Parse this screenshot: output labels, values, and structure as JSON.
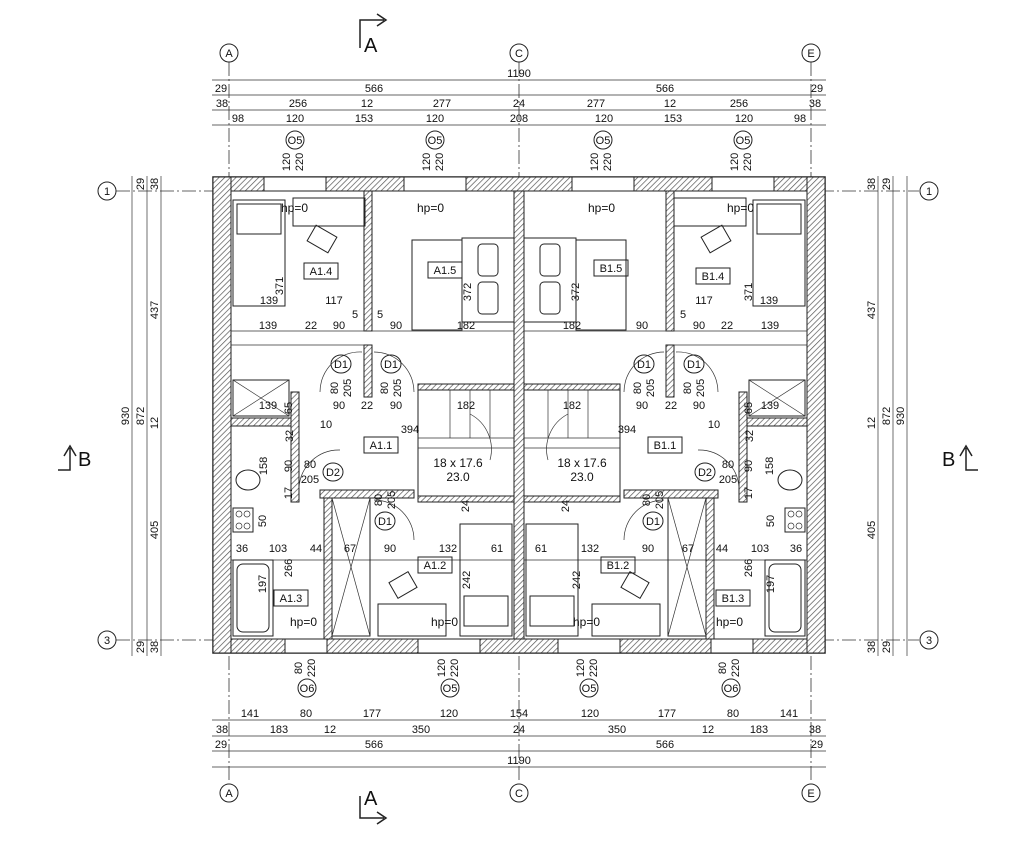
{
  "axes": {
    "columns": [
      "A",
      "C",
      "E"
    ],
    "rows": [
      "1",
      "3"
    ]
  },
  "sections": {
    "a": "A",
    "b": "B"
  },
  "top_dims": {
    "total": "1190",
    "halves": [
      "29",
      "566",
      "566",
      "29"
    ],
    "walls": [
      "38",
      "256",
      "12",
      "277",
      "24",
      "277",
      "12",
      "256",
      "38"
    ],
    "openings": [
      "98",
      "120",
      "153",
      "120",
      "208",
      "120",
      "153",
      "120",
      "98"
    ]
  },
  "bottom_dims": {
    "openings": [
      "141",
      "80",
      "177",
      "120",
      "154",
      "120",
      "177",
      "80",
      "141"
    ],
    "walls": [
      "38",
      "183",
      "12",
      "350",
      "24",
      "350",
      "12",
      "183",
      "38"
    ],
    "halves": [
      "29",
      "566",
      "566",
      "29"
    ],
    "total": "1190"
  },
  "side_dims": {
    "total": "930",
    "inner": "872",
    "upper": "437",
    "lower": "405",
    "mid": "12",
    "edge_a": "29",
    "edge_b": "38"
  },
  "windows_top": [
    {
      "tag": "O5",
      "w": "120",
      "h": "220"
    },
    {
      "tag": "O5",
      "w": "120",
      "h": "220"
    },
    {
      "tag": "O5",
      "w": "120",
      "h": "220"
    },
    {
      "tag": "O5",
      "w": "120",
      "h": "220"
    }
  ],
  "windows_bottom": [
    {
      "tag": "O6",
      "w": "80",
      "h": "220"
    },
    {
      "tag": "O5",
      "w": "120",
      "h": "220"
    },
    {
      "tag": "O5",
      "w": "120",
      "h": "220"
    },
    {
      "tag": "O6",
      "w": "80",
      "h": "220"
    }
  ],
  "rooms": [
    "A1.1",
    "A1.2",
    "A1.3",
    "A1.4",
    "A1.5",
    "B1.1",
    "B1.2",
    "B1.3",
    "B1.4",
    "B1.5"
  ],
  "doors": {
    "d1": {
      "tag": "D1",
      "w": "80",
      "h": "205"
    },
    "d2": {
      "tag": "D2",
      "w": "80",
      "h": "205"
    }
  },
  "hp": "hp=0",
  "stairs": {
    "spec": "18 x 17.6",
    "tread": "23.0"
  },
  "interior_dims": {
    "n139": "139",
    "n117": "117",
    "n371": "371",
    "n372": "372",
    "n22": "22",
    "n90": "90",
    "n5": "5",
    "n182": "182",
    "n65": "65",
    "n10": "10",
    "n394": "394",
    "n32": "32",
    "n158": "158",
    "n17": "17",
    "n50": "50",
    "n36": "36",
    "n103": "103",
    "n44": "44",
    "n67": "67",
    "n132": "132",
    "n61": "61",
    "n266": "266",
    "n197": "197",
    "n242": "242",
    "n24": "24"
  }
}
